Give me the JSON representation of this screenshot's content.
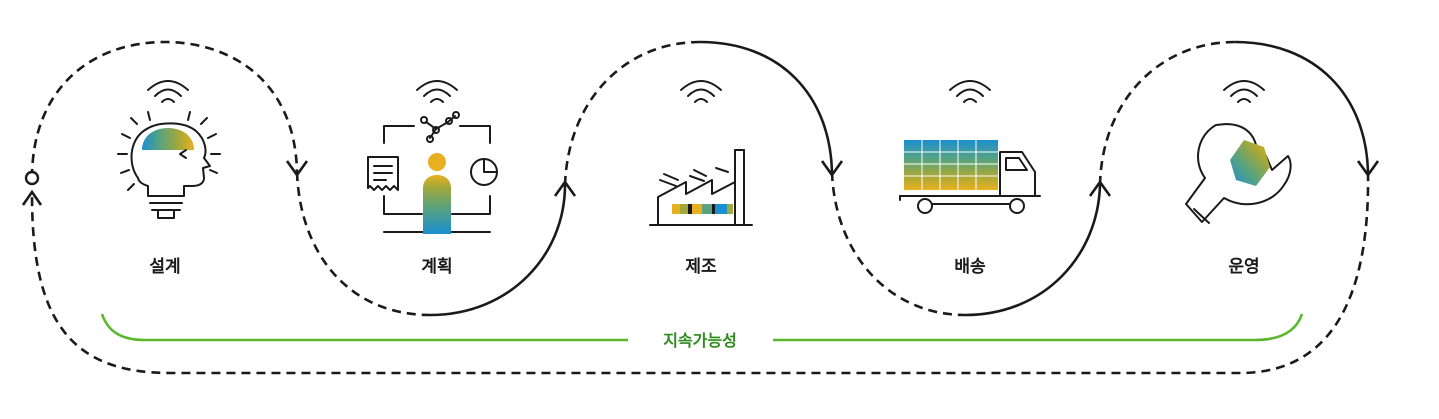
{
  "stages": [
    {
      "label": "설계",
      "icon": "lightbulb-head-icon"
    },
    {
      "label": "계획",
      "icon": "planning-person-icon"
    },
    {
      "label": "제조",
      "icon": "factory-icon"
    },
    {
      "label": "배송",
      "icon": "delivery-truck-icon"
    },
    {
      "label": "운영",
      "icon": "wrench-icon"
    }
  ],
  "sustainability": {
    "label": "지속가능성"
  },
  "colors": {
    "line": "#1a1a1a",
    "sustainability": "#5bb82e",
    "sustainability_text": "#2e8b1e",
    "blue": "#1a8fd1",
    "teal": "#5aa37d",
    "olive": "#a3a83a",
    "gold": "#e8b020"
  }
}
